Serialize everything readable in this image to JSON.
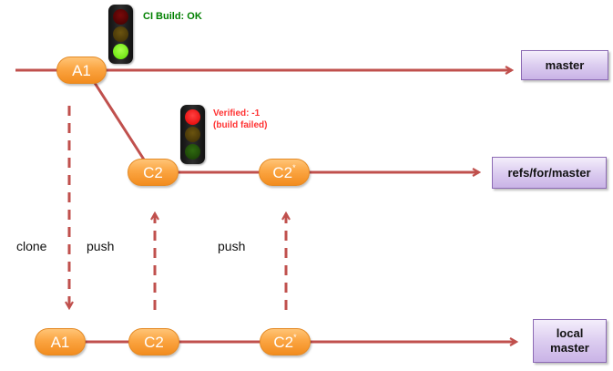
{
  "colors": {
    "line": "#c0504d",
    "node_fill": "#f9a13c",
    "ref_fill": "#dccdf0",
    "ref_border": "#8d6bb5",
    "ok_text": "#008000",
    "fail_text": "#ff3333"
  },
  "lanes": {
    "remote_master": {
      "ref_label": "master",
      "commits": [
        {
          "id": "A1",
          "sup": ""
        }
      ]
    },
    "refs_for_master": {
      "ref_label": "refs/for/master",
      "commits": [
        {
          "id": "C2",
          "sup": ""
        },
        {
          "id": "C2",
          "sup": "*"
        }
      ]
    },
    "local_master": {
      "ref_label_line1": "local",
      "ref_label_line2": "master",
      "commits": [
        {
          "id": "A1",
          "sup": ""
        },
        {
          "id": "C2",
          "sup": ""
        },
        {
          "id": "C2",
          "sup": "*"
        }
      ]
    }
  },
  "actions": {
    "clone": "clone",
    "push1": "push",
    "push2": "push"
  },
  "statuses": {
    "ci_build": {
      "text": "CI Build: OK",
      "light": "green"
    },
    "verified": {
      "line1": "Verified: -1",
      "line2": "(build failed)",
      "light": "red"
    }
  }
}
